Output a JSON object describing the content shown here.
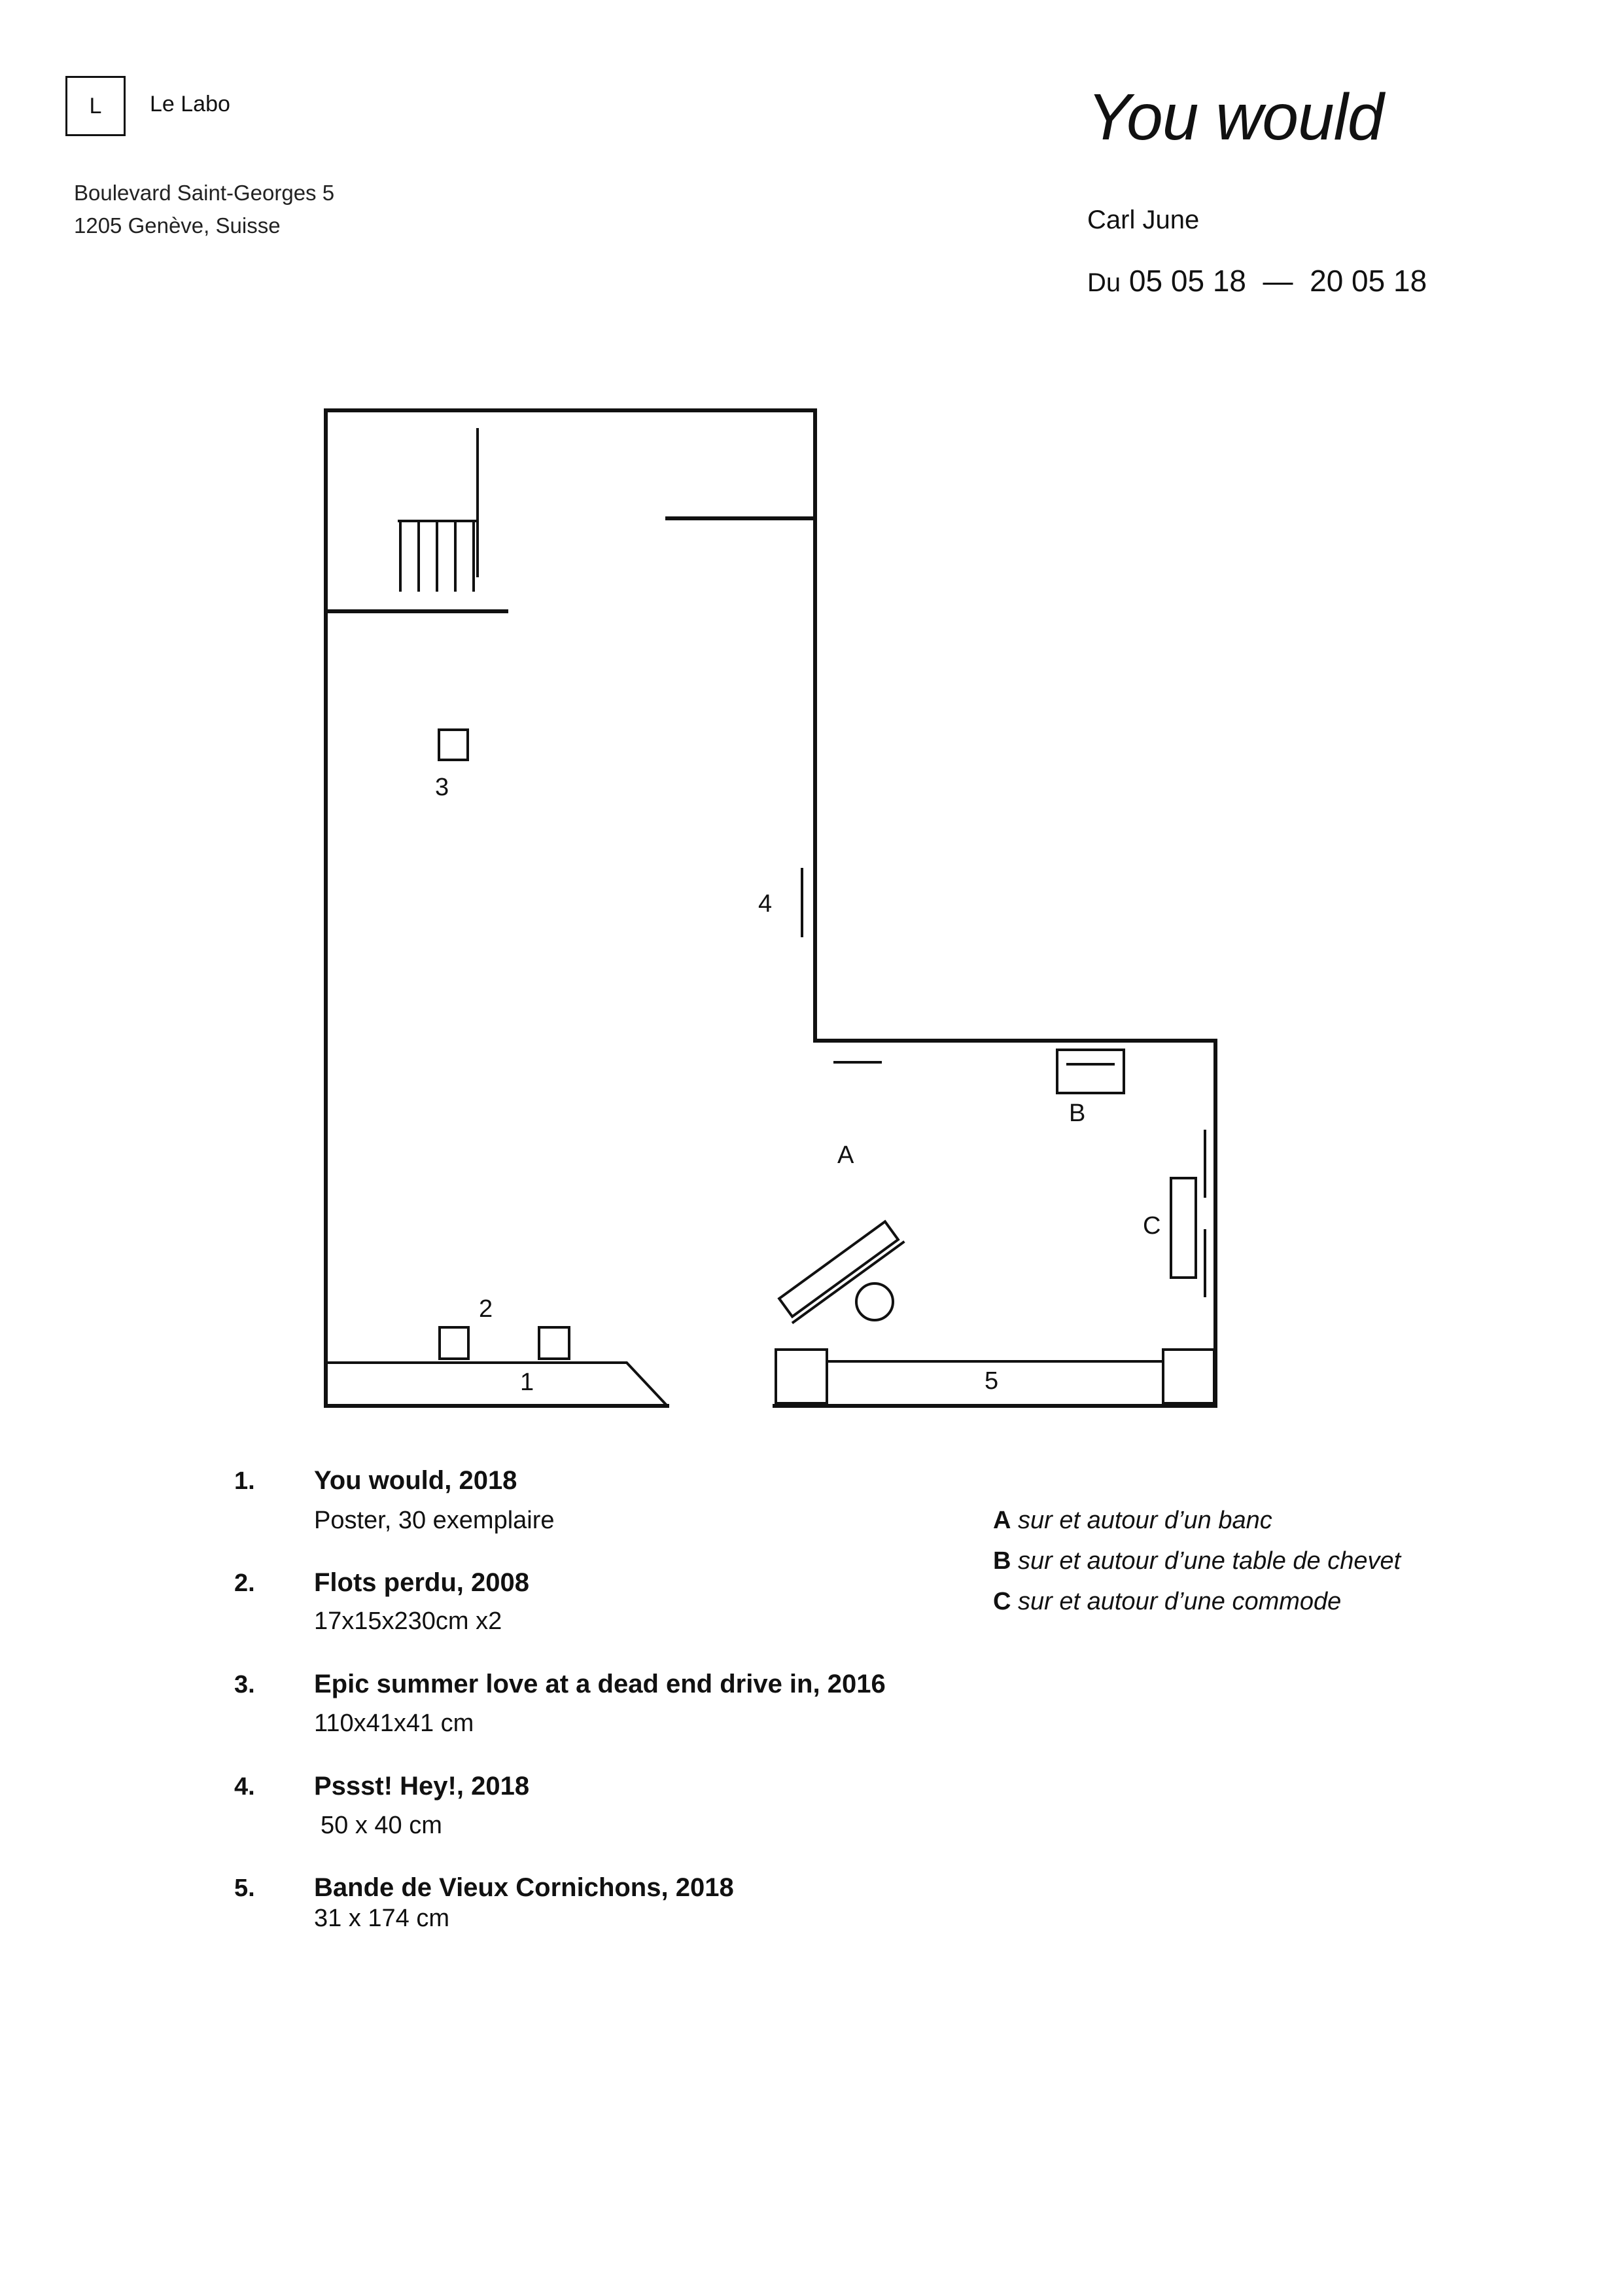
{
  "gallery": {
    "logo_letter": "L",
    "name": "Le Labo",
    "address_line1": "Boulevard Saint-Georges 5",
    "address_line2": "1205 Genève, Suisse"
  },
  "exhibition": {
    "title": "You would",
    "artist": "Carl June",
    "date_prefix": "Du",
    "date_start": "05 05 18",
    "date_separator": "—",
    "date_end": "20 05 18"
  },
  "plan_labels": {
    "w1": "1",
    "w2": "2",
    "w3": "3",
    "w4": "4",
    "w5": "5",
    "a": "A",
    "b": "B",
    "c": "C"
  },
  "works": [
    {
      "number": "1.",
      "title": "You would, 2018",
      "desc": "Poster, 30 exemplaire"
    },
    {
      "number": "2.",
      "title": "Flots perdu, 2008",
      "desc": "17x15x230cm x2"
    },
    {
      "number": "3.",
      "title": "Epic summer love at a dead end drive in, 2016",
      "desc": "110x41x41 cm"
    },
    {
      "number": "4.",
      "title": "Pssst! Hey!, 2018",
      "desc": "50 x 40 cm"
    },
    {
      "number": "5.",
      "title": "Bande de Vieux Cornichons, 2018",
      "desc": "31 x 174 cm"
    }
  ],
  "legend": [
    {
      "key": "A",
      "text": "sur et autour d’un banc"
    },
    {
      "key": "B",
      "text": "sur et autour d’une table de chevet"
    },
    {
      "key": "C",
      "text": "sur et autour d’une commode"
    }
  ]
}
